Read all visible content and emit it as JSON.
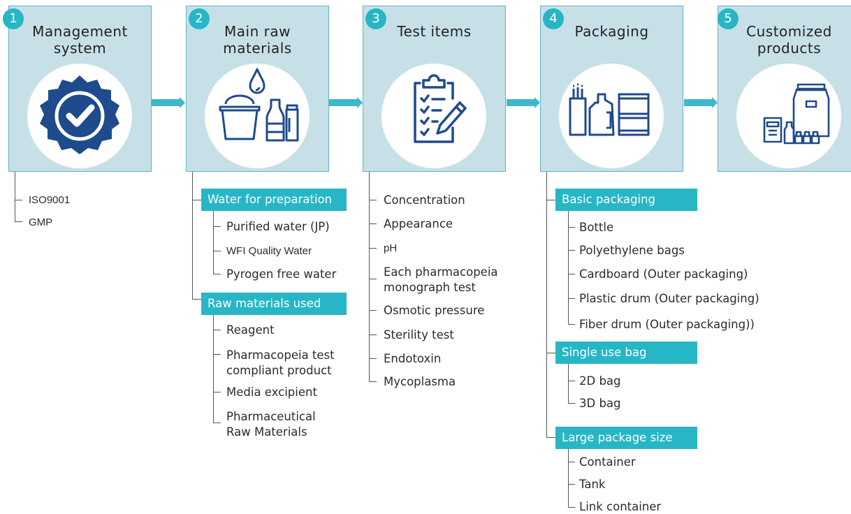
{
  "steps": [
    {
      "number": "1",
      "title": "Management system",
      "icon": "certified-badge-icon"
    },
    {
      "number": "2",
      "title": "Main raw materials",
      "icon": "raw-materials-icon"
    },
    {
      "number": "3",
      "title": "Test items",
      "icon": "clipboard-checklist-icon"
    },
    {
      "number": "4",
      "title": "Packaging",
      "icon": "packaging-containers-icon"
    },
    {
      "number": "5",
      "title": "Customized products",
      "icon": "customized-products-icon"
    }
  ],
  "management": {
    "items": [
      "ISO9001",
      "GMP"
    ]
  },
  "raw_materials": {
    "groups": [
      {
        "label": "Water for preparation",
        "items": [
          "Purified water (JP)",
          "WFI Quality Water",
          "Pyrogen free water"
        ]
      },
      {
        "label": "Raw materials used",
        "items": [
          "Reagent",
          "Pharmacopeia test compliant product",
          "Media excipient",
          "Pharmaceutical Raw Materials"
        ]
      }
    ]
  },
  "tests": {
    "items": [
      "Concentration",
      "Appearance",
      "pH",
      "Each pharmacopeia monograph test",
      "Osmotic pressure",
      "Sterility test",
      "Endotoxin",
      "Mycoplasma"
    ]
  },
  "packaging": {
    "groups": [
      {
        "label": "Basic packaging",
        "items": [
          "Bottle",
          "Polyethylene bags",
          "Cardboard (Outer packaging)",
          "Plastic drum (Outer packaging)",
          "Fiber drum (Outer packaging))"
        ]
      },
      {
        "label": "Single use bag",
        "items": [
          "2D bag",
          "3D bag"
        ]
      },
      {
        "label": "Large package size",
        "items": [
          "Container",
          "Tank",
          "Link container"
        ]
      }
    ]
  },
  "colors": {
    "accent": "#27b6c6",
    "card": "#c7e0e7",
    "icon": "#1f4a8c",
    "arrow": "#3fb7c8"
  }
}
